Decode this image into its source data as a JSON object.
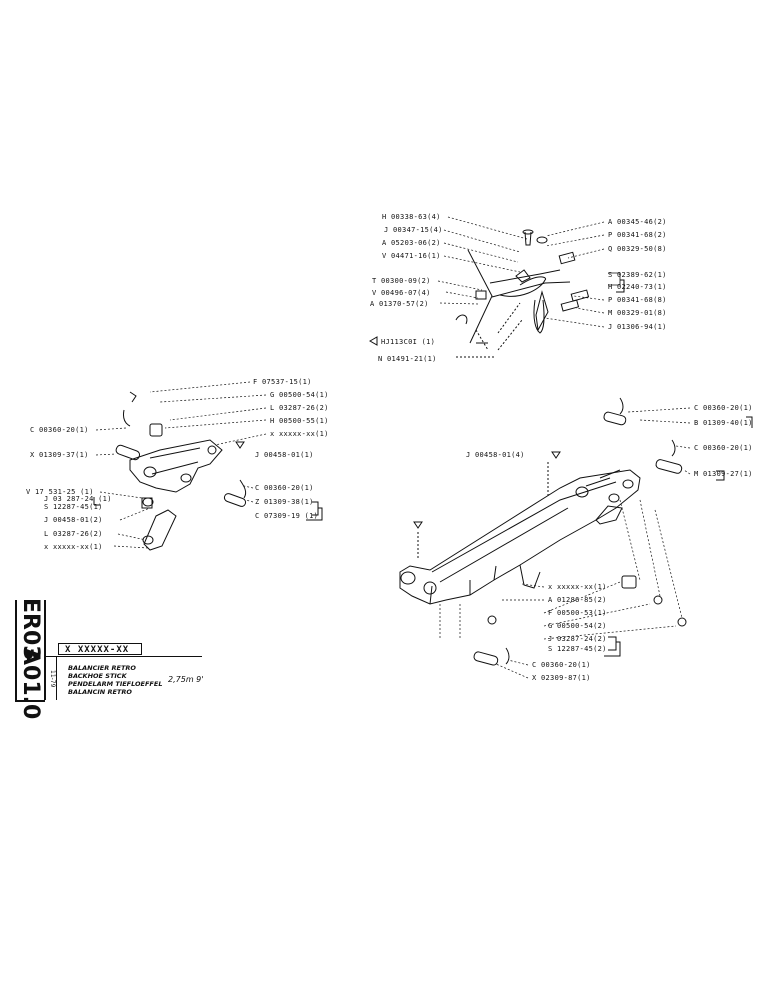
{
  "doc_ids": {
    "left": "ER03",
    "right": "A01.0"
  },
  "title_block": {
    "code": "X XXXXX-XX",
    "names": [
      "BALANCIER RETRO",
      "BACKHOE STICK",
      "PENDELARM TIEFLOEFFEL",
      "BALANCIN RETRO"
    ],
    "spec": "2,75m   9'",
    "date": "11-79"
  },
  "top_assembly": {
    "left_labels": [
      "H 00338-63(4)",
      "J 00347-15(4)",
      "A 05203-06(2)",
      "V 04471-16(1)",
      "T 00300-09(2)",
      "V 00496-07(4)",
      "A 01370-57(2)"
    ],
    "right_labels": [
      "A 00345-46(2)",
      "P 00341-68(2)",
      "Q 00329-50(8)",
      "S 02389-62(1)",
      "H 02240-73(1)",
      "P 00341-68(8)",
      "M 00329-01(8)",
      "J 01306-94(1)"
    ],
    "ref": "HJ113C0I (1)",
    "bottom": "N 01491-21(1)"
  },
  "left_assembly": {
    "labels_right": [
      "F 07537-15(1)",
      "G 00500-54(1)",
      "L 03287-26(2)",
      "H 00500-55(1)",
      "x xxxxx-xx(1)",
      "J 00458-01(1)",
      "C 00360-20(1)",
      "Z 01309-38(1)",
      "C 07309-19 (1)"
    ],
    "labels_left": [
      "C 00360-20(1)",
      "X 01309-37(1)",
      "V 17 531-25 (1)",
      "J 03 287-24 (1)",
      "S 12287-45(1)",
      "J 00458-01(2)",
      "L 03287-26(2)",
      "x xxxxx-xx(1)"
    ]
  },
  "right_assembly": {
    "top_labels": [
      "C 00360-20(1)",
      "B 01309-40(1)",
      "C 00360-20(1)",
      "M 01309-27(1)",
      "J 00458-01(4)"
    ],
    "bottom_labels": [
      "x xxxxx-xx(1)",
      "A 01286-85(2)",
      "F 00500-53(1)",
      "G 00500-54(2)",
      "J 03287-24(2)",
      "S 12287-45(2)",
      "C 00360-20(1)",
      "X 02309-87(1)"
    ]
  }
}
